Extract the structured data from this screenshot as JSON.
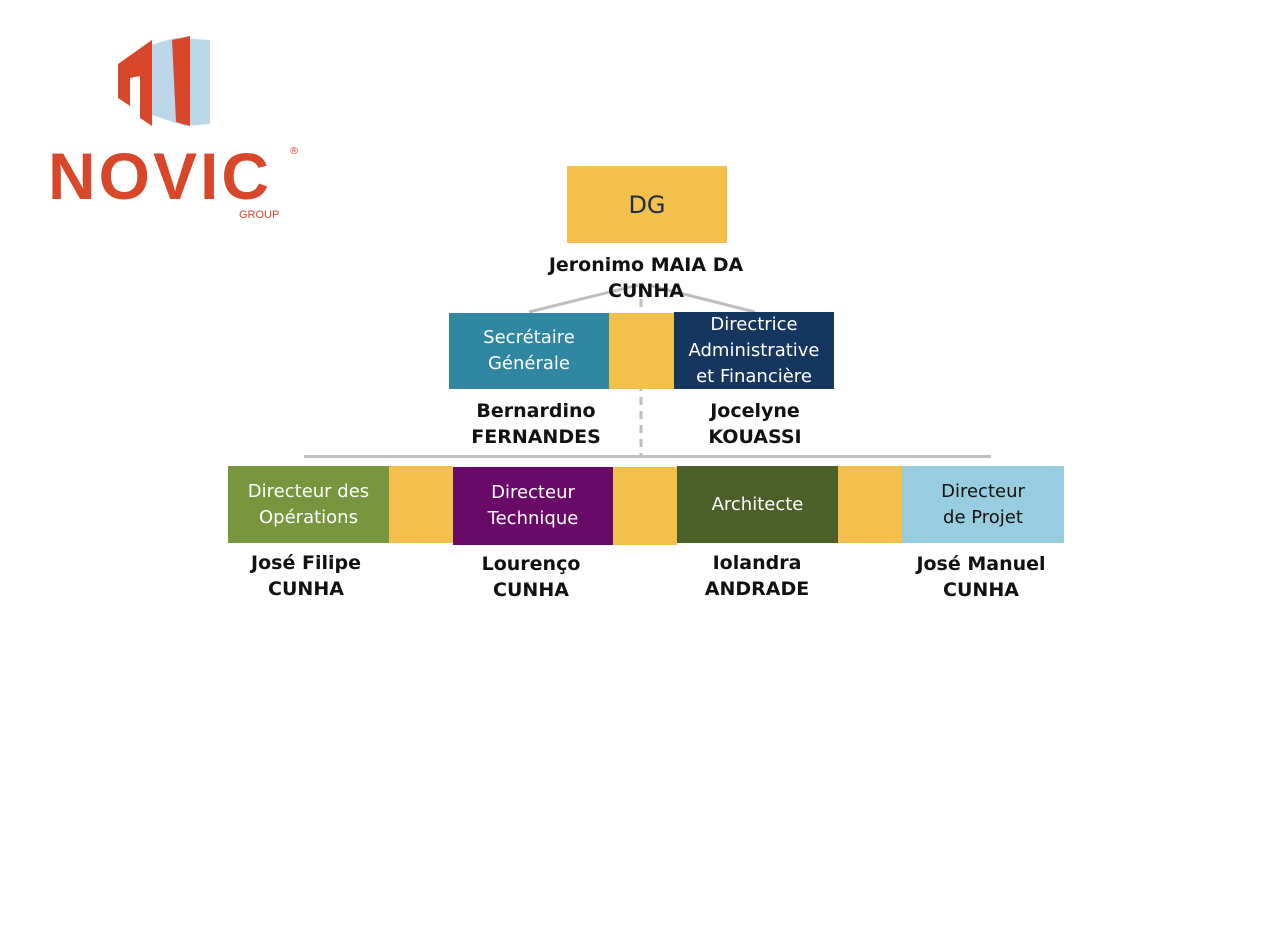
{
  "logo": {
    "name": "NOVIC",
    "sub": "GROUP",
    "registered": "®"
  },
  "dg": {
    "title": "DG",
    "name": "Jeronimo MAIA DA CUNHA"
  },
  "level2": [
    {
      "title": "Secrétaire\nGénérale",
      "name": "Bernardino\nFERNANDES"
    },
    {
      "title": "Directrice\nAdministrative\net Financière",
      "name": "Jocelyne\nKOUASSI"
    }
  ],
  "level3": [
    {
      "title": "Directeur des\nOpérations",
      "name": "José Filipe\nCUNHA"
    },
    {
      "title": "Directeur\nTechnique",
      "name": "Lourenço\nCUNHA"
    },
    {
      "title": "Architecte",
      "name": "Iolandra\nANDRADE"
    },
    {
      "title": "Directeur\nde Projet",
      "name": "José Manuel\nCUNHA"
    }
  ],
  "colors": {
    "accent": "#f3c04b",
    "sg": "#2f87a2",
    "daf": "#15365e",
    "ops": "#77963d",
    "tech": "#6a0a68",
    "arch": "#4c6129",
    "proj": "#98cde0",
    "logo": "#d9472a"
  }
}
